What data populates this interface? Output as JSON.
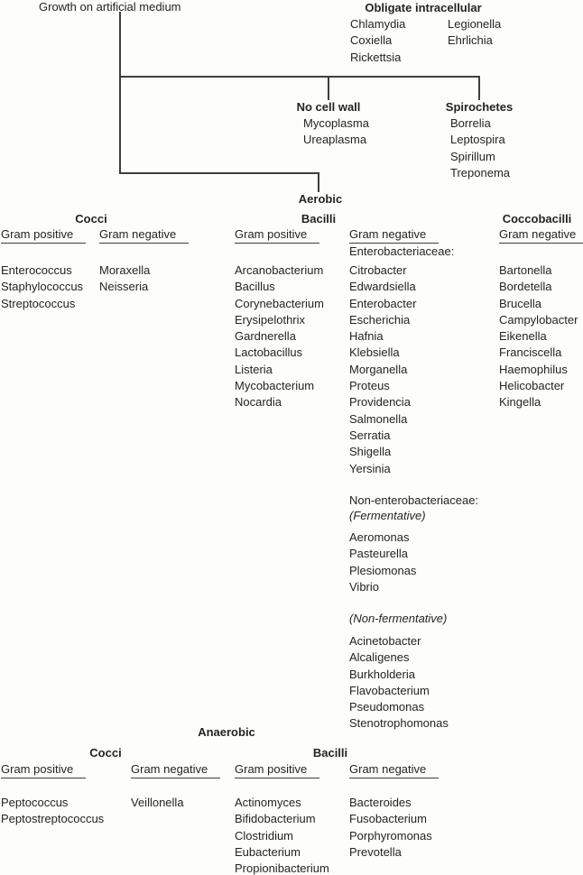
{
  "colors": {
    "background": "#fdfdfb",
    "text": "#242424",
    "line": "#3e3e3e"
  },
  "root_label": "Growth on artificial medium",
  "obligate_intracellular": {
    "title": "Obligate intracellular",
    "column1": [
      "Chlamydia",
      "Coxiella",
      "Rickettsia"
    ],
    "column2": [
      "Legionella",
      "Ehrlichia"
    ]
  },
  "no_cell_wall": {
    "title": "No cell wall",
    "items": [
      "Mycoplasma",
      "Ureaplasma"
    ]
  },
  "spirochetes": {
    "title": "Spirochetes",
    "items": [
      "Borrelia",
      "Leptospira",
      "Spirillum",
      "Treponema"
    ]
  },
  "aerobic": {
    "title": "Aerobic",
    "cocci": {
      "title": "Cocci",
      "gram_positive": {
        "label": "Gram positive",
        "items": [
          "Enterococcus",
          "Staphylococcus",
          "Streptococcus"
        ]
      },
      "gram_negative": {
        "label": "Gram negative",
        "items": [
          "Moraxella",
          "Neisseria"
        ]
      }
    },
    "bacilli": {
      "title": "Bacilli",
      "gram_positive": {
        "label": "Gram positive",
        "items": [
          "Arcanobacterium",
          "Bacillus",
          "Corynebacterium",
          "Erysipelothrix",
          "Gardnerella",
          "Lactobacillus",
          "Listeria",
          "Mycobacterium",
          "Nocardia"
        ]
      },
      "gram_negative": {
        "label": "Gram negative",
        "enterobacteriaceae_label": "Enterobacteriaceae:",
        "enterobacteriaceae": [
          "Citrobacter",
          "Edwardsiella",
          "Enterobacter",
          "Escherichia",
          "Hafnia",
          "Klebsiella",
          "Morganella",
          "Proteus",
          "Providencia",
          "Salmonella",
          "Serratia",
          "Shigella",
          "Yersinia"
        ],
        "non_enterobacteriaceae_label": "Non-enterobacteriaceae:",
        "fermentative_label": "(Fermentative)",
        "fermentative": [
          "Aeromonas",
          "Pasteurella",
          "Plesiomonas",
          "Vibrio"
        ],
        "non_fermentative_label": "(Non-fermentative)",
        "non_fermentative": [
          "Acinetobacter",
          "Alcaligenes",
          "Burkholderia",
          "Flavobacterium",
          "Pseudomonas",
          "Stenotrophomonas"
        ]
      }
    },
    "coccobacilli": {
      "title": "Coccobacilli",
      "gram_negative": {
        "label": "Gram negative",
        "items": [
          "Bartonella",
          "Bordetella",
          "Brucella",
          "Campylobacter",
          "Eikenella",
          "Franciscella",
          "Haemophilus",
          "Helicobacter",
          "Kingella"
        ]
      }
    }
  },
  "anaerobic": {
    "title": "Anaerobic",
    "cocci": {
      "title": "Cocci",
      "gram_positive": {
        "label": "Gram positive",
        "items": [
          "Peptococcus",
          "Peptostreptococcus"
        ]
      },
      "gram_negative": {
        "label": "Gram negative",
        "items": [
          "Veillonella"
        ]
      }
    },
    "bacilli": {
      "title": "Bacilli",
      "gram_positive": {
        "label": "Gram positive",
        "items": [
          "Actinomyces",
          "Bifidobacterium",
          "Clostridium",
          "Eubacterium",
          "Propionibacterium"
        ]
      },
      "gram_negative": {
        "label": "Gram negative",
        "items": [
          "Bacteroides",
          "Fusobacterium",
          "Porphyromonas",
          "Prevotella"
        ]
      }
    }
  }
}
